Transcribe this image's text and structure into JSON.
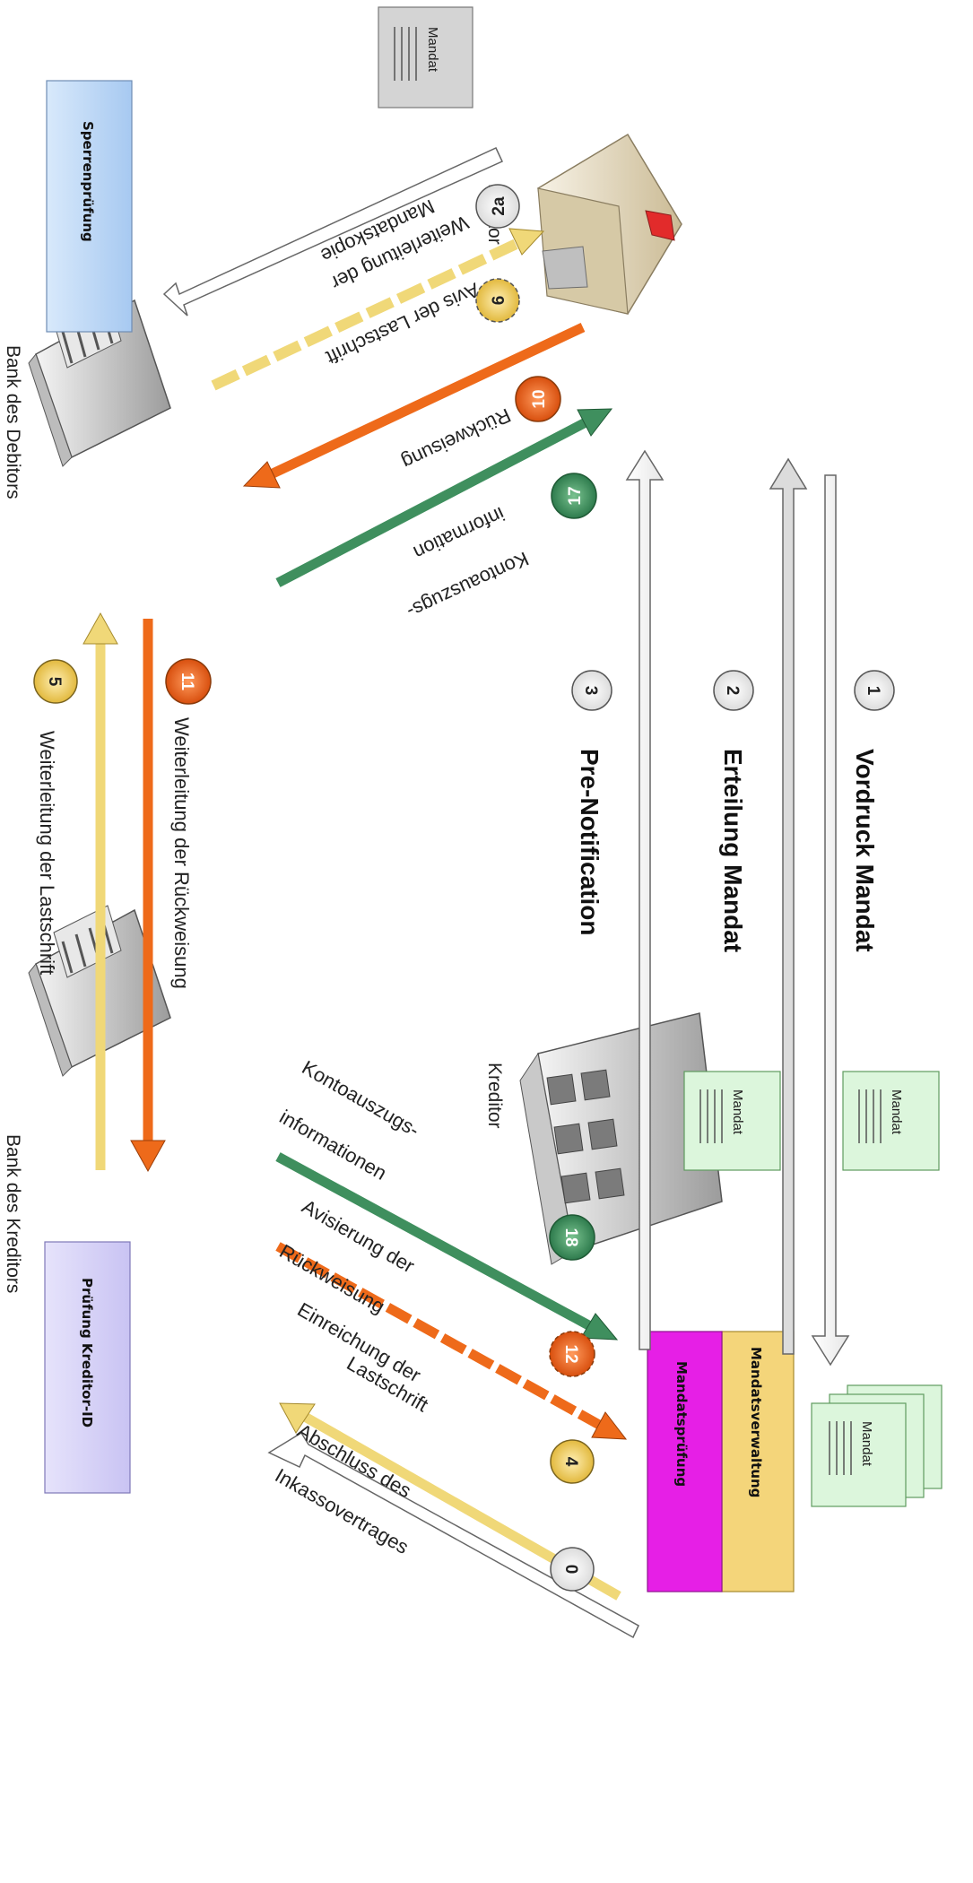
{
  "nodes": {
    "debitor": "Debitor",
    "kreditor": "Kreditor",
    "bank_debitor": "Bank des Debitors",
    "bank_kreditor": "Bank des Kreditors"
  },
  "boxes": {
    "sperrenpruefung": "Sperrenprüfung",
    "pruefung_kreditor_id": "Prüfung Kreditor-ID",
    "mandatsverwaltung": "Mandatsverwaltung",
    "mandatspruefung": "Mandatsprüfung"
  },
  "documents": {
    "mandat": "Mandat"
  },
  "steps": {
    "s0": {
      "num": "0",
      "line1": "Abschluss des",
      "line2": "Inkassovertrages"
    },
    "s1": {
      "num": "1",
      "label": "Vordruck Mandat"
    },
    "s2": {
      "num": "2",
      "label": "Erteilung Mandat"
    },
    "s2a": {
      "num": "2a",
      "line1": "Weiterleitung der",
      "line2": "Mandatskopie"
    },
    "s3": {
      "num": "3",
      "label": "Pre-Notification"
    },
    "s4": {
      "num": "4",
      "line1": "Einreichung der",
      "line2": "Lastschrift"
    },
    "s5": {
      "num": "5",
      "label": "Weiterleitung der Lastschrift"
    },
    "s6": {
      "num": "6",
      "label": "Avis der Lastschrift"
    },
    "s10": {
      "num": "10",
      "label": "Rückweisung"
    },
    "s11": {
      "num": "11",
      "label": "Weiterleitung der Rückweisung"
    },
    "s12": {
      "num": "12",
      "line1": "Avisierung der",
      "line2": "Rückweisung"
    },
    "s17": {
      "num": "17",
      "line1": "Kontoauszugs-",
      "line2": "information"
    },
    "s18": {
      "num": "18",
      "line1": "Kontoauszugs-",
      "line2": "informationen"
    }
  },
  "colors": {
    "white_arrow": "#ffffff",
    "gray_arrow": "#d9d9d9",
    "yellow": "#f0d878",
    "orange": "#ee6a1a",
    "green": "#3f8f5e",
    "box_blue": "#bcd7f5",
    "box_lavender": "#d8d4f7",
    "box_magenta": "#e61fe6",
    "box_gold": "#f4d57a",
    "doc_green": "#dcf6dc",
    "doc_gray": "#d4d4d4"
  }
}
